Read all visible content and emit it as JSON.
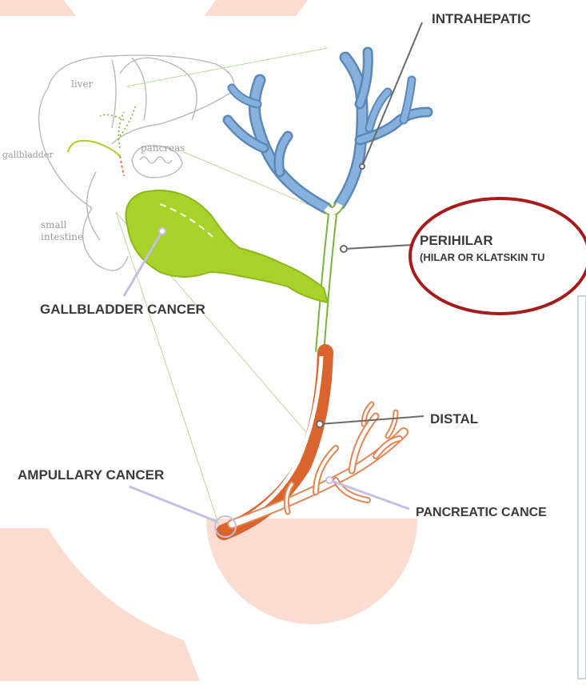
{
  "colors": {
    "background_accent": "#fbdcd0",
    "intrahepatic_duct": "#7aa6d4",
    "gallbladder": "#a8d22a",
    "duct_green": "#78b43c",
    "distal_duct": "#e8733a",
    "pancreatic_duct": "#e89a66",
    "pointer": "#c2bee6",
    "highlight_ellipse": "#a61c1c",
    "outline": "#b9b9b9"
  },
  "labels": {
    "intrahepatic": "INTRAHEPATIC",
    "perihilar": "PERIHILAR",
    "perihilar_sub": "(HILAR OR KLATSKIN TU",
    "gallbladder_cancer": "GALLBLADDER CANCER",
    "distal": "DISTAL",
    "ampullary_cancer": "AMPULLARY CANCER",
    "pancreatic_cancer": "PANCREATIC CANCE"
  },
  "inset_labels": {
    "liver": "liver",
    "gallbladder": "gallbladder",
    "pancreas": "pancreas",
    "small": "small",
    "intestine": "intestine"
  }
}
